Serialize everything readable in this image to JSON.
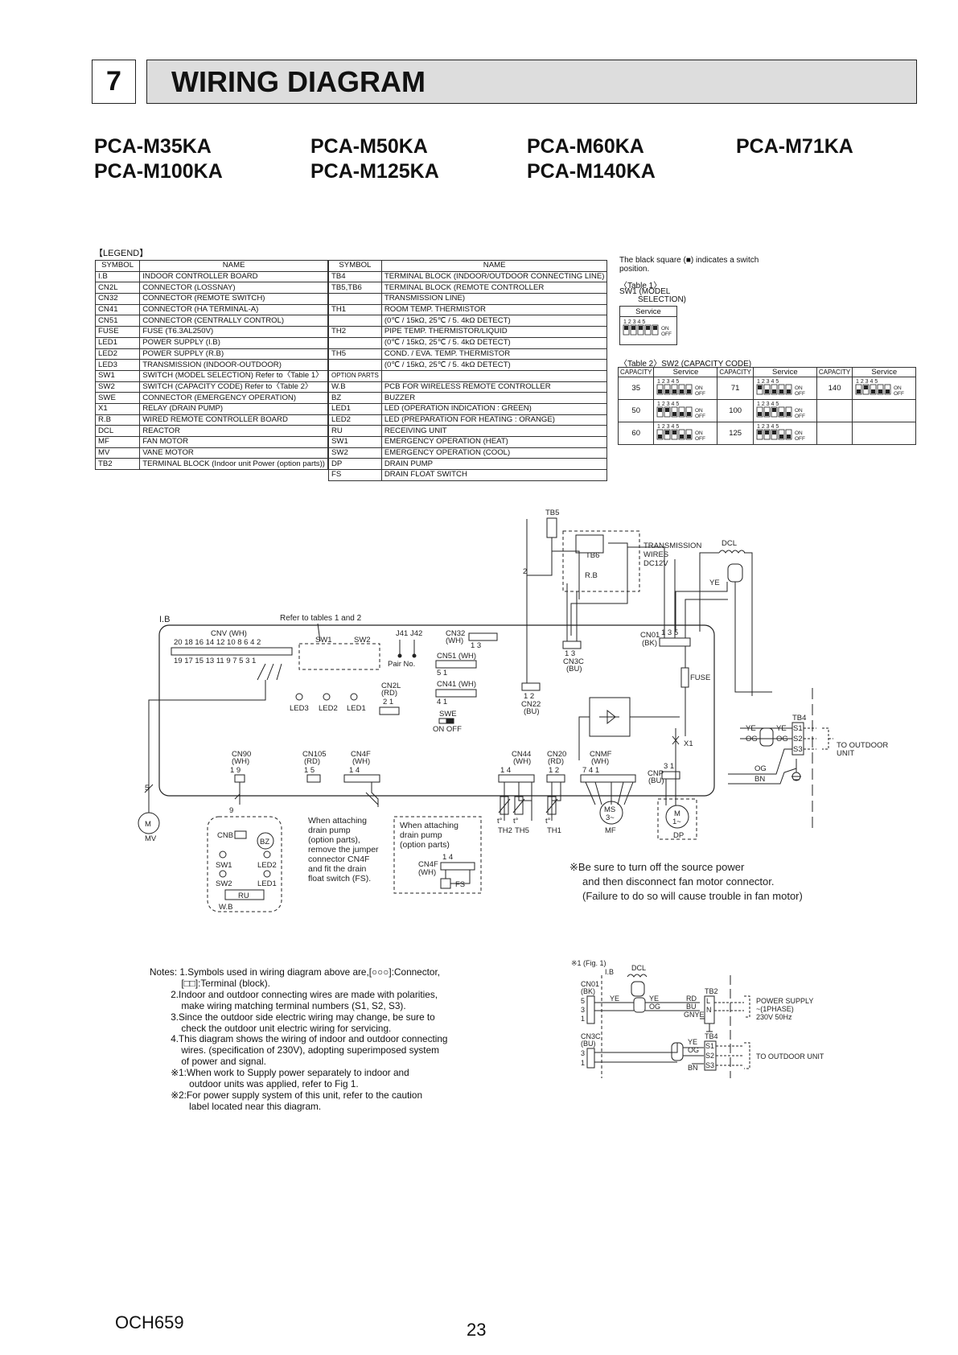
{
  "section": {
    "number": "7",
    "title": "WIRING DIAGRAM"
  },
  "models": [
    "PCA-M35KA",
    "PCA-M50KA",
    "PCA-M60KA",
    "PCA-M71KA",
    "PCA-M100KA",
    "PCA-M125KA",
    "PCA-M140KA"
  ],
  "legend": {
    "title": "【LEGEND】",
    "headers": {
      "symbol": "SYMBOL",
      "name": "NAME"
    },
    "left": [
      [
        "I.B",
        "INDOOR CONTROLLER BOARD"
      ],
      [
        "CN2L",
        "CONNECTOR (LOSSNAY)"
      ],
      [
        "CN32",
        "CONNECTOR (REMOTE SWITCH)"
      ],
      [
        "CN41",
        "CONNECTOR (HA TERMINAL-A)"
      ],
      [
        "CN51",
        "CONNECTOR (CENTRALLY CONTROL)"
      ],
      [
        "FUSE",
        "FUSE (T6.3AL250V)"
      ],
      [
        "LED1",
        "POWER SUPPLY (I.B)"
      ],
      [
        "LED2",
        "POWER SUPPLY (R.B)"
      ],
      [
        "LED3",
        "TRANSMISSION (INDOOR-OUTDOOR)"
      ],
      [
        "SW1",
        "SWITCH (MODEL SELECTION) Refer to〈Table 1〉"
      ],
      [
        "SW2",
        "SWITCH (CAPACITY CODE) Refer to〈Table 2〉"
      ],
      [
        "SWE",
        "CONNECTOR (EMERGENCY OPERATION)"
      ],
      [
        "X1",
        "RELAY (DRAIN PUMP)"
      ],
      [
        "R.B",
        "WIRED REMOTE CONTROLLER BOARD"
      ],
      [
        "DCL",
        "REACTOR"
      ],
      [
        "MF",
        "FAN MOTOR"
      ],
      [
        "MV",
        "VANE MOTOR"
      ],
      [
        "TB2",
        "TERMINAL BLOCK (Indoor unit Power (option parts))"
      ]
    ],
    "right": [
      [
        "TB4",
        "TERMINAL BLOCK (INDOOR/OUTDOOR CONNECTING LINE)"
      ],
      [
        "TB5,TB6",
        "TERMINAL BLOCK (REMOTE CONTROLLER"
      ],
      [
        "",
        "TRANSMISSION LINE)"
      ],
      [
        "TH1",
        "ROOM TEMP. THERMISTOR"
      ],
      [
        "",
        "(0℃ / 15kΩ, 25℃ / 5. 4kΩ DETECT)"
      ],
      [
        "TH2",
        "PIPE TEMP. THERMISTOR/LIQUID"
      ],
      [
        "",
        "(0℃ / 15kΩ, 25℃ / 5. 4kΩ DETECT)"
      ],
      [
        "TH5",
        "COND. / EVA. TEMP. THERMISTOR"
      ],
      [
        "",
        "(0℃ / 15kΩ, 25℃ / 5. 4kΩ DETECT)"
      ],
      [
        "OPTION PARTS",
        ""
      ],
      [
        "W.B",
        "PCB FOR WIRELESS REMOTE CONTROLLER"
      ],
      [
        "BZ",
        "BUZZER"
      ],
      [
        "LED1",
        "LED (OPERATION INDICATION : GREEN)"
      ],
      [
        "LED2",
        "LED (PREPARATION FOR HEATING : ORANGE)"
      ],
      [
        "RU",
        "RECEIVING UNIT"
      ],
      [
        "SW1",
        "EMERGENCY OPERATION (HEAT)"
      ],
      [
        "SW2",
        "EMERGENCY OPERATION (COOL)"
      ],
      [
        "DP",
        "DRAIN PUMP"
      ],
      [
        "FS",
        "DRAIN FLOAT SWITCH"
      ]
    ]
  },
  "switch_note": "The black square (■) indicates a switch position.",
  "table1": {
    "title": "〈Table 1〉",
    "caption_a": "SW1 (MODEL",
    "caption_b": "SELECTION)",
    "header": "Service"
  },
  "table2": {
    "title": "〈Table 2〉SW2 (CAPACITY CODE)",
    "header_capacity": "CAPACITY",
    "header_service": "Service",
    "rows": [
      [
        "35",
        "71",
        "140"
      ],
      [
        "50",
        "100",
        ""
      ],
      [
        "60",
        "125",
        ""
      ]
    ]
  },
  "switch_labels": {
    "digits": "1 2 3 4 5",
    "on": "ON",
    "off": "OFF"
  },
  "diagram": {
    "tb5": "TB5",
    "tb6": "TB6",
    "rb": "R.B",
    "transmission": [
      "TRANSMISSION",
      "WIRES",
      "DC12V"
    ],
    "dcl": "DCL",
    "ye": "YE",
    "ib": "I.B",
    "refer": "Refer to tables 1 and 2",
    "cnv": "CNV (WH)",
    "cnv_top": "20 18 16 14 12 10 8 6 4 2",
    "cnv_bottom": "19 17 15 13 11 9 7 5 3 1",
    "sw1": "SW1",
    "sw2": "SW2",
    "j41": "J41",
    "j42": "J42",
    "pairno": "Pair No.",
    "cn32": "CN32",
    "cn32_color": "(WH)",
    "cn32_pins": "1    3",
    "cn51": "CN51 (WH)",
    "cn51_pins": "5            1",
    "cn41": "CN41 (WH)",
    "cn41_pins": "4            1",
    "cn2l": "CN2L",
    "cn2l_color": "(RD)",
    "cn2l_pins": "2 1",
    "swe": "SWE",
    "swe_state": "ON  OFF",
    "led3": "LED3",
    "led2": "LED2",
    "led1": "LED1",
    "cn3c": "CN3C",
    "cn3c_color": "(BU)",
    "cn3c_pins": "1  3",
    "cn22": "CN22",
    "cn22_color": "(BU)",
    "cn22_pins": "1 2",
    "cn01": "CN01",
    "cn01_color": "(BK)",
    "cn01_pins": "1  3  5",
    "fuse": "FUSE",
    "x1": "X1",
    "tb4": "TB4",
    "s1": "S1",
    "s2": "S2",
    "s3": "S3",
    "og": "OG",
    "bn": "BN",
    "to_outdoor": [
      "TO OUTDOOR",
      "UNIT"
    ],
    "cn90": "CN90",
    "cn90_color": "(WH)",
    "cn90_pins": "1    9",
    "cn105": "CN105",
    "cn105_color": "(RD)",
    "cn105_pins": "1    5",
    "cn4f": "CN4F",
    "cn4f_color": "(WH)",
    "cn4f_pins": "1          4",
    "cn44": "CN44",
    "cn44_color": "(WH)",
    "cn44_pins": "1          4",
    "cn20": "CN20",
    "cn20_color": "(RD)",
    "cn20_pins": "1  2",
    "cnmf": "CNMF",
    "cnmf_color": "(WH)",
    "cnmf_pins": "7           4    1",
    "cnp": "CNP",
    "cnp_color": "(BU)",
    "cnp_pins": "3  1",
    "th2": "TH2",
    "th5": "TH5",
    "th1": "TH1",
    "t": "t°",
    "ms": "MS",
    "ms_phase": "3~",
    "mf": "MF",
    "m": "M",
    "m_phase": "1~",
    "dp": "DP",
    "mv": "MV",
    "wb": "W.B",
    "cnb": "CNB",
    "bz": "BZ",
    "ru": "RU",
    "wb_sw1": "SW1",
    "wb_sw2": "SW2",
    "wb_led1": "LED1",
    "wb_led2": "LED2",
    "wire9": "9",
    "wire5": "5",
    "wire2": "2",
    "attach_a": [
      "When attaching",
      "drain pump",
      "(option parts),",
      "remove the jumper",
      "connector CN4F",
      "and fit the drain",
      "float switch (FS)."
    ],
    "attach_b": [
      "When attaching",
      "drain pump",
      "(option parts)"
    ],
    "cn4f_b": "CN4F",
    "cn4f_b_color": "(WH)",
    "cn4f_b_pins": "1        4",
    "fs": "FS",
    "caution": [
      "※Be sure to turn off the source power",
      "and then disconnect fan motor connector.",
      "(Failure to do so will cause trouble in fan motor)"
    ]
  },
  "fig1": {
    "title": "※1 (Fig. 1)",
    "ib": "I.B",
    "dcl": "DCL",
    "cn01": "CN01",
    "cn01_color": "(BK)",
    "pins_top": [
      "5",
      "3",
      "1"
    ],
    "ye": "YE",
    "og": "OG",
    "tb2": "TB2",
    "l": "L",
    "n": "N",
    "rd": "RD",
    "bu": "BU",
    "gnye": "GNYE",
    "power": [
      "POWER SUPPLY",
      "~(1PHASE)",
      "230V 50Hz"
    ],
    "cn3c": "CN3C",
    "cn3c_color": "(BU)",
    "pins_bottom": [
      "3",
      "1"
    ],
    "tb4": "TB4",
    "s1": "S1",
    "s2": "S2",
    "s3": "S3",
    "bn": "BN",
    "to_outdoor": "TO OUTDOOR UNIT"
  },
  "notes": "Notes: 1.Symbols used in wiring diagram above are,[○○○]:Connector,\n            [□□]:Terminal (block).\n        2.Indoor and outdoor connecting wires are made with polarities,\n            make wiring matching terminal numbers (S1, S2, S3).\n        3.Since the outdoor side electric wiring may change, be sure to\n            check the outdoor unit electric wiring for servicing.\n        4.This diagram shows the wiring of indoor and outdoor connecting\n            wires. (specification of 230V), adopting superimposed system\n            of power and signal.\n        ※1:When work to Supply power separately to indoor and\n               outdoor units was applied, refer to Fig 1.\n        ※2:For power supply system of this unit, refer to the caution\n               label located near this diagram.",
  "footer": {
    "code": "OCH659",
    "page": "23"
  }
}
